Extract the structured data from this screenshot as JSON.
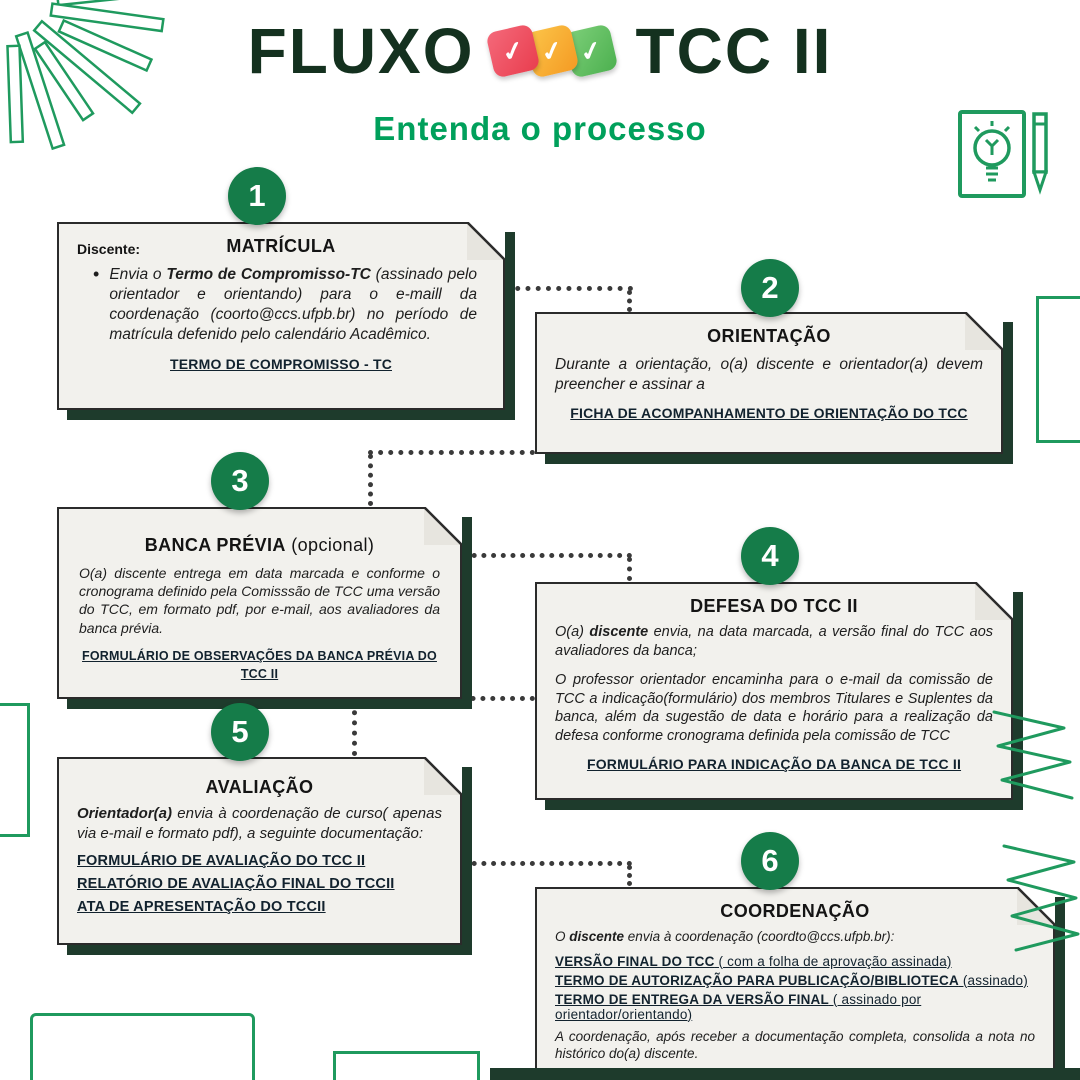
{
  "header": {
    "title_left": "FLUXO",
    "title_right": "TCC II",
    "subtitle": "Entenda o processo",
    "badge_check": "✓"
  },
  "colors": {
    "dark_green_ink": "#14311f",
    "shadow_green": "#1e3b2c",
    "circle_green": "#157c49",
    "subtitle_green": "#00a05b",
    "deco_green": "#1f9a5e",
    "card_bg": "#f2f1ed",
    "badge_red": "#ee4d5e",
    "badge_yellow": "#f8a42c",
    "badge_green": "#5cbe5c"
  },
  "steps": [
    {
      "number": "1",
      "title": "MATRÍCULA",
      "label": "Discente:",
      "body_pre": "Envia o ",
      "body_bold": "Termo de Compromisso-TC",
      "body_post": " (assinado pelo orientador e orientando) para o e-maill da coordenação (coorto@ccs.ufpb.br) no período de matrícula defenido pelo calendário Acadêmico.",
      "links": [
        "TERMO DE COMPROMISSO - TC"
      ]
    },
    {
      "number": "2",
      "title": "ORIENTAÇÃO",
      "body": "Durante a orientação, o(a) discente e orientador(a) devem preencher e assinar a",
      "links": [
        "FICHA DE ACOMPANHAMENTO DE ORIENTAÇÃO DO TCC"
      ]
    },
    {
      "number": "3",
      "title": "BANCA PRÉVIA",
      "title_suffix": " (opcional)",
      "body": "O(a) discente entrega em data marcada e conforme o cronograma definido pela Comisssão de TCC uma versão do TCC, em formato pdf, por e-mail, aos avaliadores da banca prévia.",
      "links": [
        "FORMULÁRIO DE OBSERVAÇÕES DA BANCA PRÉVIA DO TCC II"
      ]
    },
    {
      "number": "4",
      "title": "DEFESA DO TCC II",
      "p1_pre": "O(a) ",
      "p1_bold": "discente",
      "p1_post": " envia, na data marcada, a versão final do TCC aos avaliadores da banca;",
      "p2": "O professor orientador encaminha para o e-mail da comissão de TCC a indicação(formulário) dos membros Titulares e Suplentes da banca, além da sugestão de data e horário para a realização da defesa conforme cronograma definida pela comissão de TCC",
      "links": [
        "FORMULÁRIO PARA INDICAÇÃO DA BANCA DE TCC II"
      ]
    },
    {
      "number": "5",
      "title": "AVALIAÇÃO",
      "p_bold": "Orientador(a)",
      "p_post": " envia à coordenação de curso( apenas via e-mail e formato pdf), a seguinte documentação:",
      "links": [
        "FORMULÁRIO DE AVALIAÇÃO DO TCC II",
        "RELATÓRIO DE AVALIAÇÃO FINAL DO TCCII",
        "ATA DE APRESENTAÇÃO DO TCCII"
      ]
    },
    {
      "number": "6",
      "title": "COORDENAÇÃO",
      "p_pre": "O ",
      "p_bold": "discente",
      "p_post": " envia à coordenação (coordto@ccs.ufpb.br):",
      "doc_links": [
        {
          "bold": "VERSÃO FINAL DO TCC",
          "rest": " ( com a folha de aprovação assinada)"
        },
        {
          "bold": "TERMO DE AUTORIZAÇÃO PARA PUBLICAÇÃO/BIBLIOTECA",
          "rest": " (assinado)"
        },
        {
          "bold": "TERMO DE ENTREGA DA VERSÃO FINAL",
          "rest": " ( assinado por orientador/orientando)"
        }
      ],
      "footer": "A coordenação, após receber a documentação completa, consolida a nota no histórico do(a) discente."
    }
  ]
}
